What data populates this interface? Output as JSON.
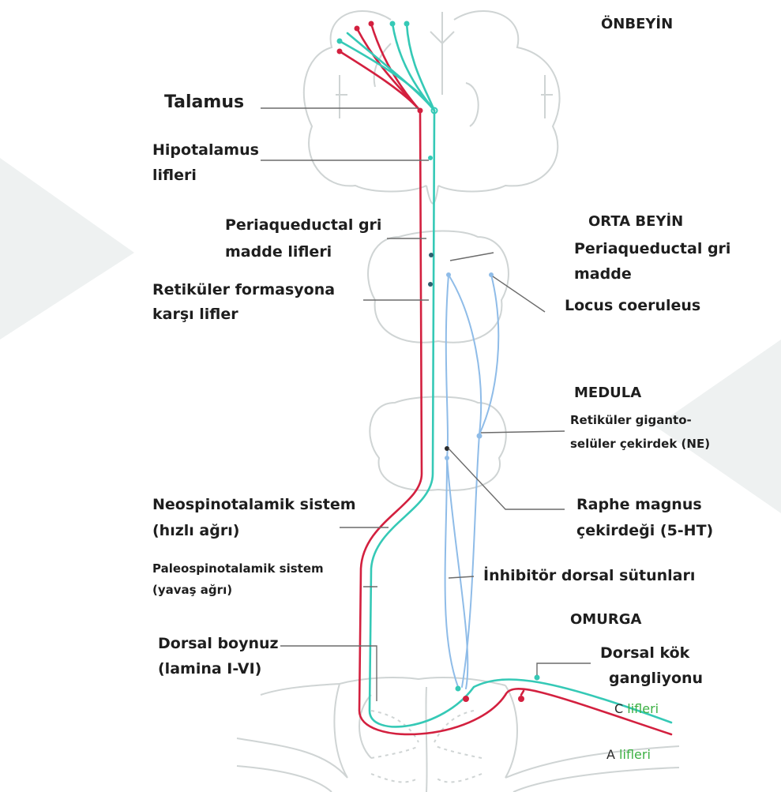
{
  "colors": {
    "red_fiber": "#d3203f",
    "cyan_fiber": "#35c9b6",
    "blue_fiber": "#8fbce8",
    "outline": "#cfd4d4",
    "leader": "#6b6b6b",
    "text": "#1e1e1e",
    "green_text": "#3cb043"
  },
  "regions": {
    "forebrain": "ÖNBEYİN",
    "midbrain": "ORTA BEYİN",
    "medulla": "MEDULA",
    "spine": "OMURGA"
  },
  "labels": {
    "talamus": "Talamus",
    "hipotalamus_1": "Hipotalamus",
    "hipotalamus_2": "lifleri",
    "pag_fibers_1": "Periaqueductal gri",
    "pag_fibers_2": "madde lifleri",
    "retic_1": "Retiküler formasyona",
    "retic_2": "karşı lifler",
    "pag_1": "Periaqueductal gri",
    "pag_2": "madde",
    "locus": "Locus coeruleus",
    "gigant_1": "Retiküler giganto-",
    "gigant_2": "selüler çekirdek (NE)",
    "raphe_1": "Raphe magnus",
    "raphe_2": "çekirdeği (5-HT)",
    "neo_1": "Neospinotalamik sistem",
    "neo_2": "(hızlı ağrı)",
    "paleo_1": "Paleospinotalamik sistem",
    "paleo_2": "(yavaş ağrı)",
    "inhib": "İnhibitör dorsal sütunları",
    "dorsal_horn_1": "Dorsal boynuz",
    "dorsal_horn_2": "(lamina I-VI)",
    "ganglion_1": "Dorsal kök",
    "ganglion_2": "gangliyonu",
    "c_fibers_first": "C",
    "c_fibers_rest": "lifleri",
    "a_fibers_first": "A",
    "a_fibers_rest": "lifleri"
  }
}
